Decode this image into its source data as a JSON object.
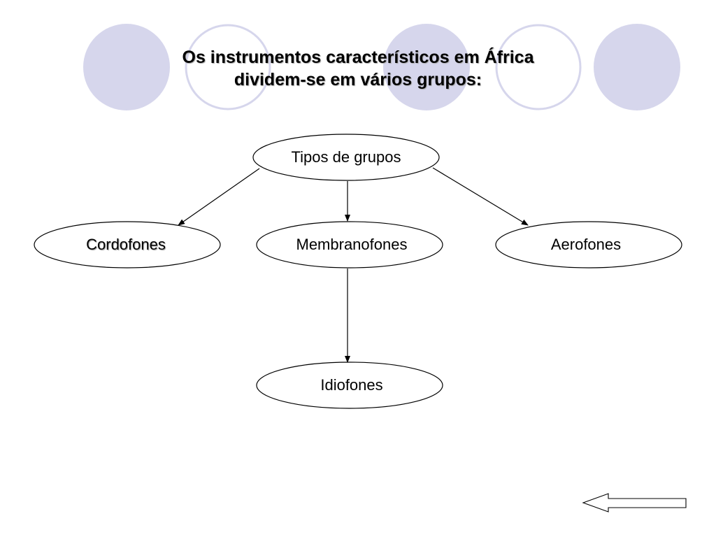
{
  "slide": {
    "title_line1": "Os instrumentos característicos em África",
    "title_line2": "dividem-se em vários grupos:"
  },
  "diagram": {
    "root": "Tipos de grupos",
    "children": [
      "Cordofones",
      "Membranofones",
      "Aerofones"
    ],
    "grandchild": "Idiofones",
    "edges": [
      [
        "Tipos de grupos",
        "Cordofones"
      ],
      [
        "Tipos de grupos",
        "Membranofones"
      ],
      [
        "Tipos de grupos",
        "Aerofones"
      ],
      [
        "Membranofones",
        "Idiofones"
      ]
    ]
  },
  "navigation": {
    "back_icon": "left-arrow-icon"
  },
  "colors": {
    "circle_fill": "#d6d6ec",
    "circle_ring": "#d6d6ec",
    "node_stroke": "#000000",
    "background": "#ffffff"
  }
}
